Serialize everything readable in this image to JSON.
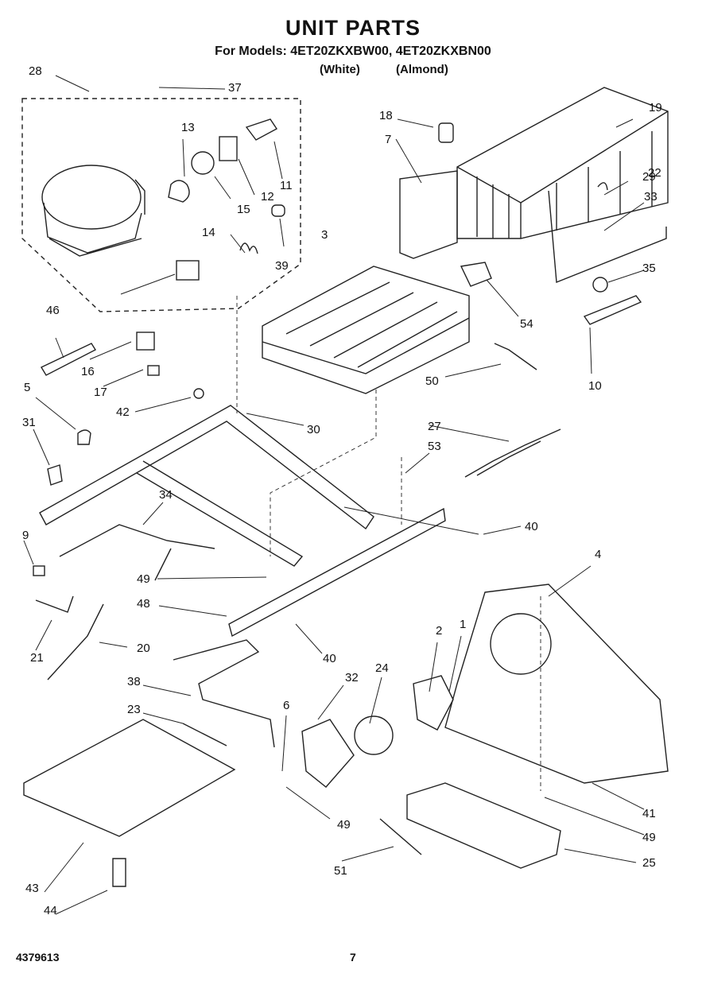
{
  "header": {
    "title": "UNIT PARTS",
    "models_line": "For Models: 4ET20ZKXBW00, 4ET20ZKXBN00",
    "color_white": "(White)",
    "color_almond": "(Almond)"
  },
  "callouts": [
    "1",
    "2",
    "3",
    "4",
    "5",
    "6",
    "7",
    "9",
    "10",
    "11",
    "12",
    "13",
    "14",
    "15",
    "16",
    "17",
    "18",
    "19",
    "20",
    "21",
    "22",
    "23",
    "24",
    "25",
    "27",
    "28",
    "29",
    "30",
    "31",
    "32",
    "33",
    "34",
    "35",
    "37",
    "38",
    "39",
    "40",
    "40",
    "41",
    "42",
    "43",
    "44",
    "46",
    "48",
    "49",
    "49",
    "49",
    "50",
    "51",
    "53",
    "54"
  ],
  "footer": {
    "doc_number": "4379613",
    "page_number": "7"
  }
}
